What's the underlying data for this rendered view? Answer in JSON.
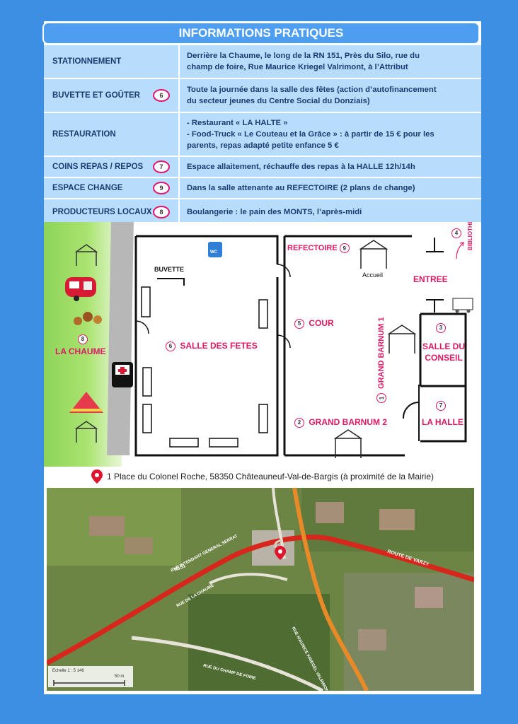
{
  "header": {
    "title": "INFORMATIONS PRATIQUES"
  },
  "rows": [
    {
      "label": "STATIONNEMENT",
      "badge": "",
      "lines": [
        "Derrière la Chaume, le long de la RN 151, Près du Silo, rue du",
        "champ de foire, Rue Maurice Kriegel Valrimont, à l’Attribut"
      ]
    },
    {
      "label": "BUVETTE ET GOÛTER",
      "badge": "6",
      "lines": [
        "Toute la journée dans la salle des fêtes (action d’autofinancement",
        "du secteur jeunes du Centre Social du Donziais)"
      ]
    },
    {
      "label": "RESTAURATION",
      "badge": "",
      "lines": [
        "- Restaurant « LA HALTE »",
        "- Food-Truck « Le Couteau et la Grâce » : à partir de 15 € pour les",
        "parents, repas adapté petite enfance 5 €"
      ]
    },
    {
      "label": "COINS REPAS / REPOS",
      "badge": "7",
      "lines": [
        "Espace allaitement, réchauffe des repas à la HALLE 12h/14h"
      ]
    },
    {
      "label": "ESPACE CHANGE",
      "badge": "9",
      "lines": [
        "Dans la salle attenante au REFECTOIRE (2 plans de change)"
      ]
    },
    {
      "label": "PRODUCTEURS LOCAUX",
      "badge": "8",
      "lines": [
        "Boulangerie : le pain des MONTS, l’après-midi"
      ]
    }
  ],
  "plan": {
    "wc": "WC",
    "buvette": "BUVETTE",
    "refectoire": "REFECTOIRE",
    "refectoire_num": "9",
    "accueil": "Accueil",
    "entree": "ENTREE",
    "bibliotheque": "BIBLIOTHEQUE",
    "bibliotheque_num": "4",
    "cour": "COUR",
    "cour_num": "5",
    "salle_fetes": "SALLE DES FETES",
    "salle_fetes_num": "6",
    "chaume": "LA CHAUME",
    "chaume_num": "8",
    "grand_barnum_1": "GRAND BARNUM 1",
    "grand_barnum_1_num": "1",
    "grand_barnum_2": "GRAND BARNUM 2",
    "grand_barnum_2_num": "2",
    "salle_conseil_1": "SALLE DU",
    "salle_conseil_2": "CONSEIL",
    "salle_conseil_num": "3",
    "la_halle": "LA HALLE",
    "la_halle_num": "7"
  },
  "address": "1 Place du Colonel Roche, 58350 Châteauneuf-Val-de-Bargis (à proximité de la Mairie)",
  "satellite": {
    "road_n151": "N151",
    "road_varzy": "ROUTE DE VARZY",
    "road_kriegel": "RUE MAURICE KRIEGEL VALRIMONT",
    "road_general": "RUE INTENDANT GENERAL SERRAT",
    "road_champ": "RUE DU CHAMP DE FOIRE",
    "road_chaume": "RUE DE LA CHAUME",
    "scale_label": "Echelle 1 : 5 146",
    "scale_unit": "50 m"
  },
  "colors": {
    "background": "#3d8fe4",
    "cell": "#b8dcfb",
    "accent": "#dc1a64",
    "text": "#1b3b72"
  }
}
